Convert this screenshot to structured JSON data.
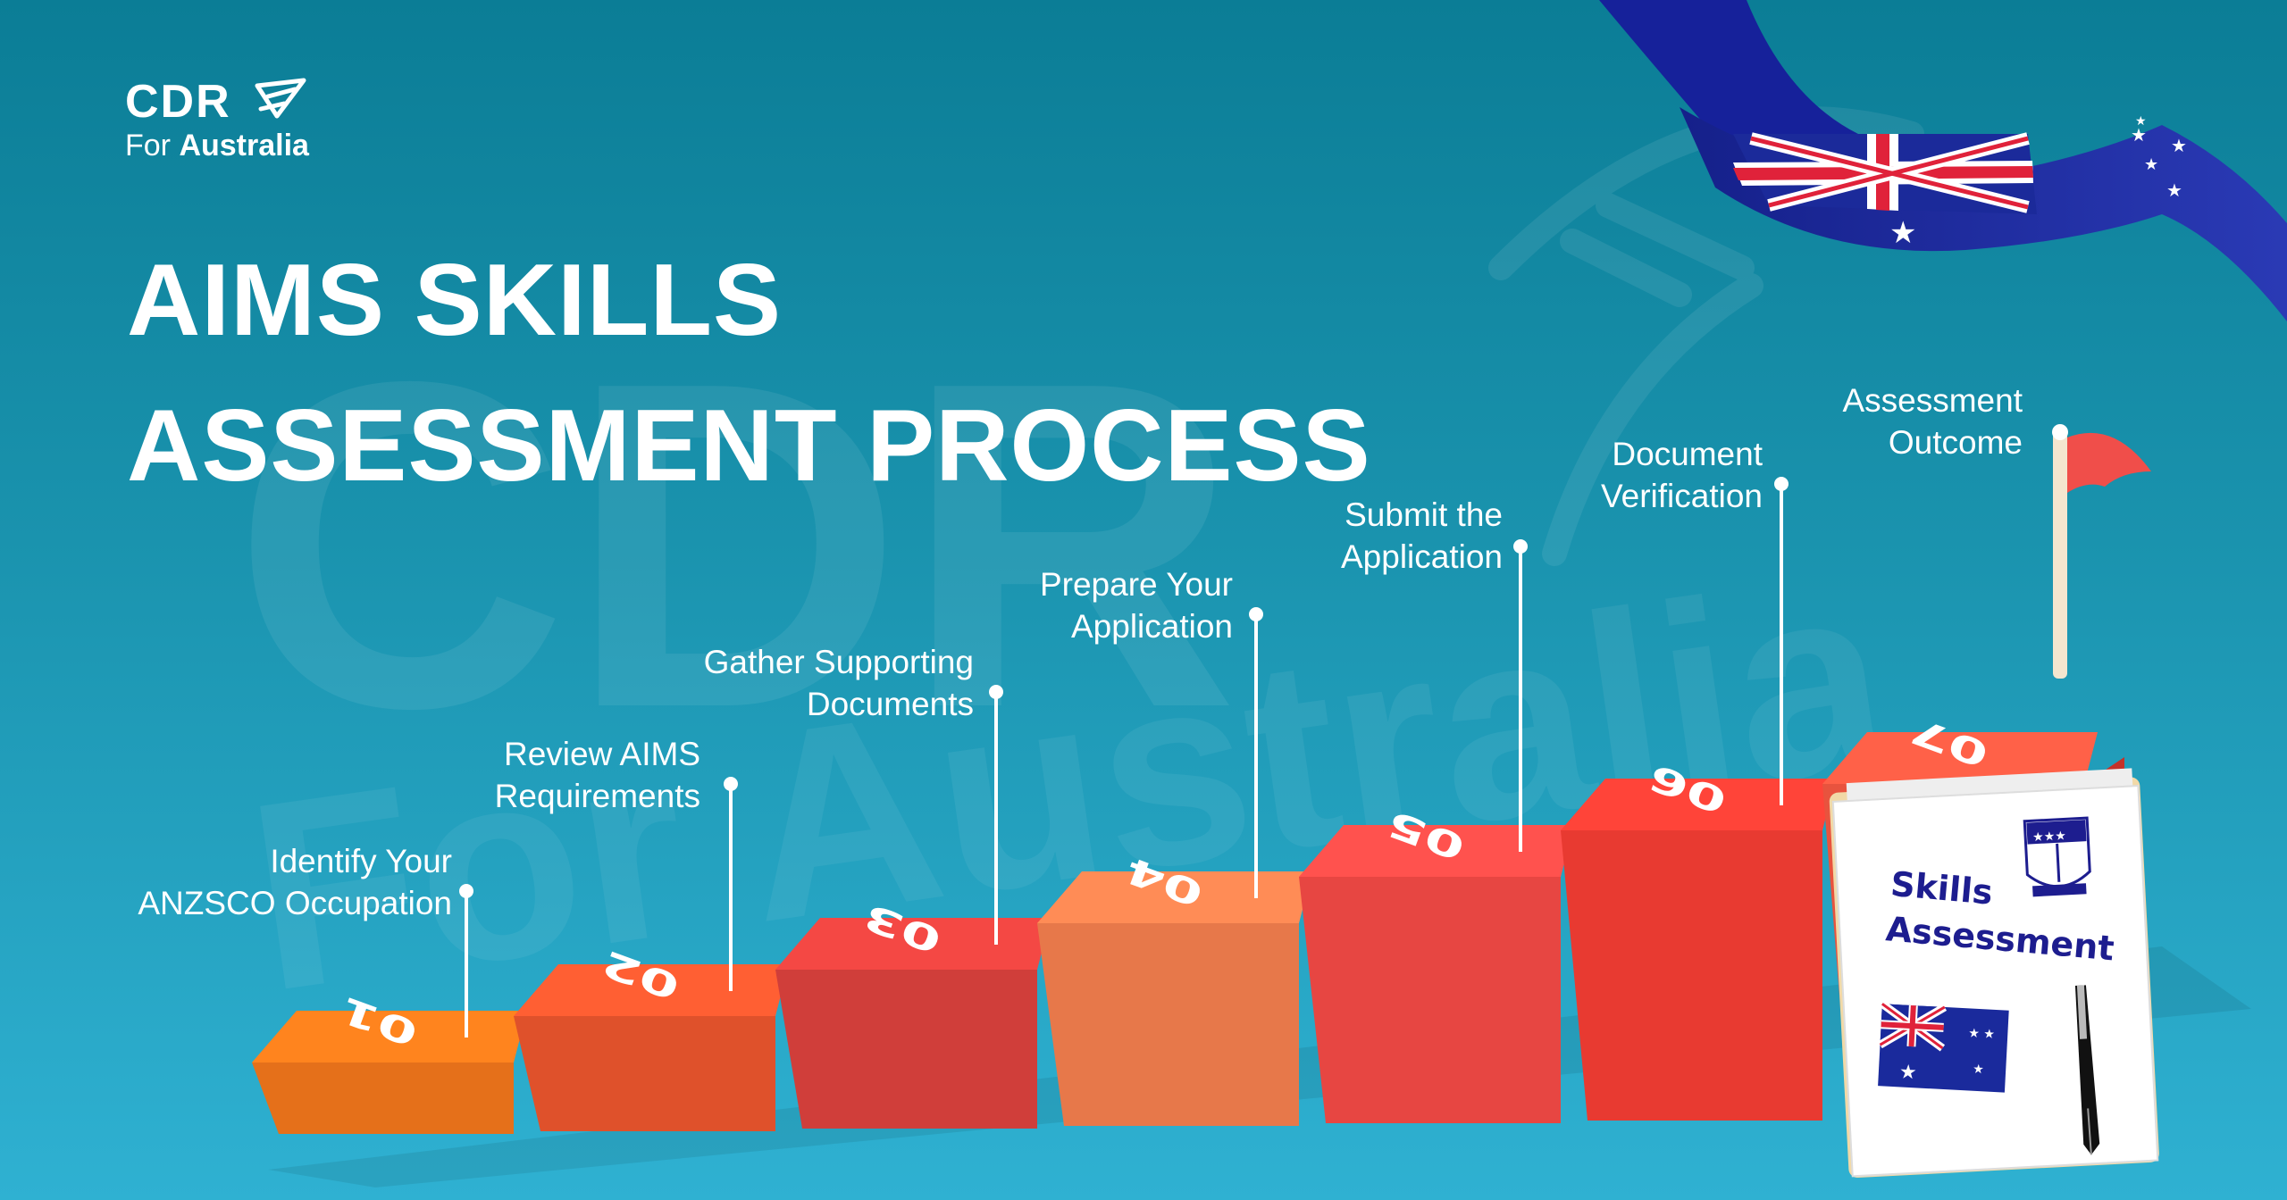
{
  "logo": {
    "line1": "CDR",
    "line2_prefix": "For ",
    "line2_main": "Australia"
  },
  "title": {
    "line1": "AIMS SKILLS",
    "line2": "ASSESSMENT PROCESS"
  },
  "watermark": {
    "line1": "CDR",
    "line2": "For Australia"
  },
  "steps": [
    {
      "num": "01",
      "label1": "Identify Your",
      "label2": "ANZSCO Occupation",
      "color": "#f97a1c"
    },
    {
      "num": "02",
      "label1": "Review AIMS",
      "label2": "Requirements",
      "color": "#f2582f"
    },
    {
      "num": "03",
      "label1": "Gather Supporting",
      "label2": "Documents",
      "color": "#e2433f"
    },
    {
      "num": "04",
      "label1": "Prepare Your",
      "label2": "Application",
      "color": "#fb8250"
    },
    {
      "num": "05",
      "label1": "Submit the",
      "label2": "Application",
      "color": "#fb4c48"
    },
    {
      "num": "06",
      "label1": "Document",
      "label2": "Verification",
      "color": "#fc3f35"
    },
    {
      "num": "07",
      "label1": "Assessment",
      "label2": "Outcome",
      "color": "#fc5a43"
    }
  ],
  "folder": {
    "line1": "Skills",
    "line2": "Assessment"
  },
  "colors": {
    "text_on_folder": "#1d1d8f",
    "flag_blue": "#1a2a9c",
    "flag_red": "#e0223a",
    "pole_flag": "#f04e4a"
  }
}
